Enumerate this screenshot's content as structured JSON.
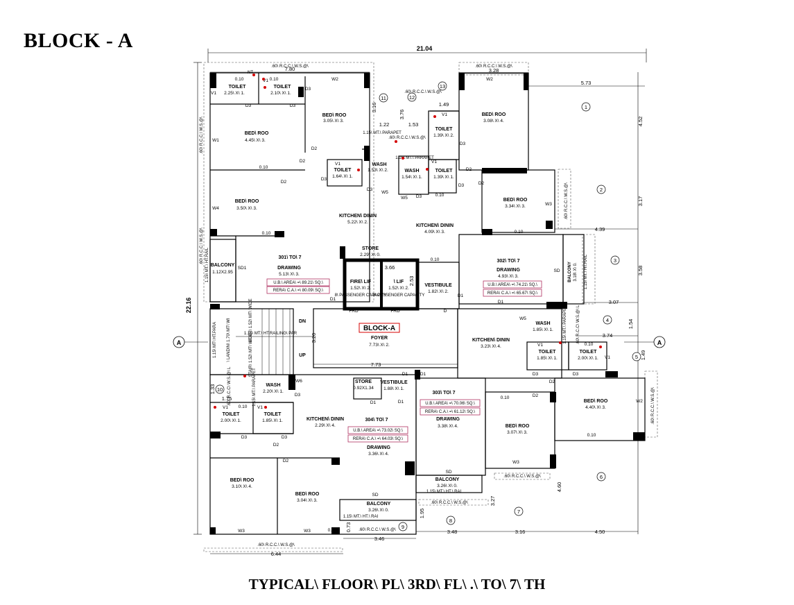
{
  "header": {
    "block_title": "BLOCK - A"
  },
  "footer": {
    "plan_title": "TYPICAL\\ FLOOR\\ PL\\ 3RD\\ FL\\ .\\ TO\\ 7\\ TH"
  },
  "block_label": "BLOCK-A",
  "dimensions": {
    "overall_width": "21.04",
    "overall_height": "22.16",
    "top_left": "7.80",
    "top_right": "3.28",
    "right_1": "5.73",
    "bottom_left": "6.44",
    "bottom_mid": "3.46",
    "stair": "7.73",
    "r1": "4.52",
    "r2": "3.17",
    "r3": "3.58",
    "r4": "1.54",
    "r5": "1.49",
    "h1": "4.39",
    "h2": "3.07",
    "h3": "3.74",
    "b1": "3.48",
    "b2": "3.16",
    "b3": "4.50",
    "v1": "3.76",
    "v2": "3.16",
    "v3": "1.22",
    "v4": "1.53",
    "v5": "1.49",
    "v6": "3.20",
    "v7": "2.53",
    "v8": "3.66",
    "v9": "1.33",
    "v10": "1.75",
    "v11": "4.60",
    "v12": "3.27",
    "v13": "1.95",
    "v14": "0.73",
    "w10": "0.10"
  },
  "circles": [
    "1",
    "2",
    "3",
    "4",
    "5",
    "6",
    "7",
    "8",
    "9",
    "10",
    "11",
    "12",
    "13"
  ],
  "section_markers": {
    "left": "A",
    "right": "A"
  },
  "rooms": {
    "toilet_a": {
      "name": "TOILET",
      "dims": "2.25\\ X\\ 1."
    },
    "toilet_b": {
      "name": "TOILET",
      "dims": "2.10\\ X\\ 1."
    },
    "bed_a": {
      "name": "BED\\ ROO",
      "dims": "4.45\\ X\\ 3."
    },
    "bed_b": {
      "name": "BED\\ ROO",
      "dims": "3.05\\ X\\ 3."
    },
    "toilet_c": {
      "name": "TOILET",
      "dims": "1.64\\ X\\ 1."
    },
    "wash_a": {
      "name": "WASH",
      "dims": "1.53\\ X\\ 2."
    },
    "bed_c": {
      "name": "BED\\ ROO",
      "dims": "3.50\\ X\\ 3."
    },
    "kitchen_a": {
      "name": "KITCHEN\\ DININ",
      "dims": "5.22\\ X\\ 2."
    },
    "drawing_a": {
      "name": "DRAWING",
      "dims": "5.13\\ X\\ 3."
    },
    "flat_a": "301\\ TO\\ 7",
    "ub_a": "U.B.\\ AREA\\ =\\ 89.21\\ SQ.\\",
    "rera_a": "RERA\\ C.A.\\ =\\ 80.09\\ SQ.\\",
    "balcony_a": {
      "name": "BALCONY",
      "dims": "1.12X2.95"
    },
    "store_a": {
      "name": "STORE",
      "dims": "2.29\\ X\\ 0."
    },
    "fire_lift": {
      "name": "FIRE\\ LIF",
      "dims": "1.52\\ X\\ 2.",
      "cap": "8\\ PASSENGER CAPACITY"
    },
    "lift": {
      "name": "\\ LIF",
      "dims": "1.52\\ X\\ 2.",
      "cap": "8\\ PASSENGER CAPACITY"
    },
    "vestibule_a": {
      "name": "VESTIBULE",
      "dims": "1.82\\ X\\ 2."
    },
    "bed_d": {
      "name": "BED\\ ROO",
      "dims": "3.08\\ X\\ 4."
    },
    "toilet_d": {
      "name": "TOILET",
      "dims": "1.39\\ X\\ 2."
    },
    "wash_b": {
      "name": "WASH",
      "dims": "1.54\\ X\\ 1."
    },
    "toilet_e": {
      "name": "TOILET",
      "dims": "1.39\\ X\\ 1."
    },
    "bed_e": {
      "name": "BED\\ ROO",
      "dims": "3.34\\ X\\ 3."
    },
    "kitchen_b": {
      "name": "KITCHEN\\ DININ",
      "dims": "4.09\\ X\\ 3."
    },
    "drawing_b": {
      "name": "DRAWING",
      "dims": "4.93\\ X\\ 3."
    },
    "flat_b": "302\\ TO\\ 7",
    "ub_b": "U.B.\\ AREA\\ =\\ 74.21\\ SQ.\\",
    "rera_b": "RERA\\ C.A.\\ =\\ 65.67\\ SQ.\\",
    "balcony_b": {
      "name": "BALCONY",
      "dims": "3.18\\ X\\ 0."
    },
    "foyer": {
      "name": "FOYER",
      "dims": "7.73\\ X\\ 2."
    },
    "wash_c": {
      "name": "WASH",
      "dims": "1.85\\ X\\ 1."
    },
    "kitchen_c": {
      "name": "KITCHEN\\ DININ",
      "dims": "3.23\\ X\\ 4."
    },
    "toilet_f": {
      "name": "TOILET",
      "dims": "1.85\\ X\\ 1."
    },
    "toilet_g": {
      "name": "TOILET",
      "dims": "2.00\\ X\\ 1."
    },
    "store_b": {
      "name": "STORE",
      "dims": "0.92X1.34"
    },
    "vestibule_b": {
      "name": "VESTIBULE",
      "dims": "1.88\\ X\\ 1."
    },
    "flat_c": "303\\ TO\\ 7",
    "ub_c": "U.B.\\ AREA\\ =\\ 70.06\\ SQ.\\",
    "rera_c": "RERA\\ C.A.\\ =\\ 61.12\\ SQ.\\",
    "drawing_c": {
      "name": "DRAWING",
      "dims": "3.38\\ X\\ 4."
    },
    "bed_f": {
      "name": "BED\\ ROO",
      "dims": "3.07\\ X\\ 3."
    },
    "bed_g": {
      "name": "BED\\ ROO",
      "dims": "4.40\\ X\\ 3."
    },
    "balcony_c": {
      "name": "BALCONY",
      "dims": "3.26\\ X\\ 0."
    },
    "wash_d": {
      "name": "WASH",
      "dims": "2.20\\ X\\ 1."
    },
    "toilet_h": {
      "name": "TOILET",
      "dims": "2.00\\ X\\ 1."
    },
    "toilet_i": {
      "name": "TOILET",
      "dims": "1.85\\ X\\ 1."
    },
    "kitchen_d": {
      "name": "KITCHEN\\ DININ",
      "dims": "2.29\\ X\\ 4."
    },
    "flat_d": "304\\ TO\\ 7",
    "ub_d": "U.B.\\ AREA\\ =\\ 73.02\\ SQ.\\",
    "rera_d": "RERA\\ C.A.\\ =\\ 64.03\\ SQ.\\",
    "drawing_d": {
      "name": "DRAWING",
      "dims": "3.36\\ X\\ 4."
    },
    "bed_h": {
      "name": "BED\\ ROO",
      "dims": "3.10\\ X\\ 4."
    },
    "bed_i": {
      "name": "BED\\ ROO",
      "dims": "3.04\\ X\\ 3."
    },
    "balcony_d": {
      "name": "BALCONY",
      "dims": "3.26\\ X\\ 0."
    }
  },
  "stair": {
    "dn": "DN",
    "up": "UP",
    "stair_upper": "STAIR\\ 1.52\\ MT\\ WIDE",
    "stair_lower": "STAIR\\ 1.52\\ MT\\ WIDE",
    "landing": "\\ LANDIN\\ 1.70\\ MT\\ WI",
    "railing": "1.15\\ MT.\\ HT.RAILING\\ PAR",
    "para": "1.15\\ MT\\ HT.PARA"
  },
  "notes": {
    "rcc": ".60\\ R.C.C.\\ W.S.@\\",
    "rcc_l": ".60\\ R.C.C\\ W.S.@\\ L",
    "parapet": "1.15\\ MT.\\ PARAPET",
    "ht_rai": "1.15\\ MT.\\ HT.\\ RAI",
    "ht_rail": "1.15\\ MT.\\ HT.RAIL"
  },
  "tags": {
    "t010": "0.10",
    "d1": "D1",
    "d2": "D2",
    "d3": "D3",
    "w1": "W1",
    "w2": "W2",
    "w3": "W3",
    "w4": "W4",
    "w5": "W5",
    "w6": "W6",
    "v1": "V1",
    "sd": "SD",
    "sd1": "SD1",
    "frd": "FRD",
    "d": "D",
    "nt": "NT"
  }
}
